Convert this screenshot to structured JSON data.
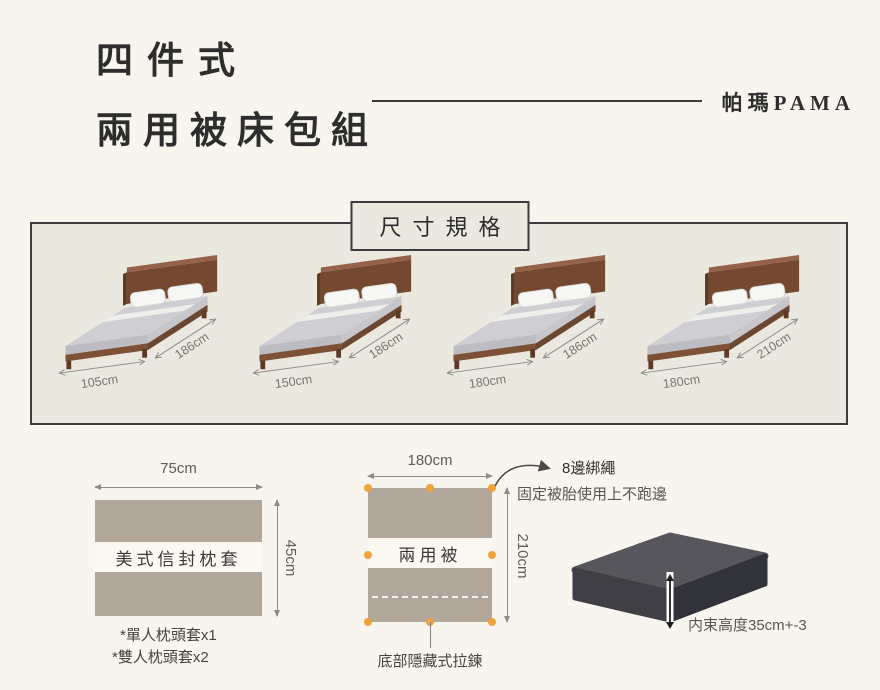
{
  "header": {
    "title_line1": "四件式",
    "title_line2": "兩用被床包組",
    "brand": "帕瑪PAMA"
  },
  "spec": {
    "title": "尺寸規格",
    "beds": [
      {
        "width": "105cm",
        "depth": "186cm"
      },
      {
        "width": "150cm",
        "depth": "186cm"
      },
      {
        "width": "180cm",
        "depth": "186cm"
      },
      {
        "width": "180cm",
        "depth": "210cm"
      }
    ]
  },
  "pillow": {
    "width_label": "75cm",
    "height_label": "45cm",
    "name": "美式信封枕套",
    "notes": [
      "*單人枕頭套x1",
      "*雙人枕頭套x2"
    ]
  },
  "quilt": {
    "width_label": "180cm",
    "height_label": "210cm",
    "name": "兩用被",
    "tie_title": "8邊綁繩",
    "tie_desc": "固定被胎使用上不跑邊",
    "zipper_note": "底部隱藏式拉鍊"
  },
  "mattress": {
    "height_note": "内束高度35cm+-3"
  },
  "colors": {
    "background": "#f7f5ee",
    "panel": "#ebe8df",
    "fabric_taupe": "#b1a79a",
    "accent_orange": "#f0a23b",
    "wood_brown": "#7c5136",
    "mattress_dark": "#3f3f45",
    "ink": "#2d2d2d"
  }
}
